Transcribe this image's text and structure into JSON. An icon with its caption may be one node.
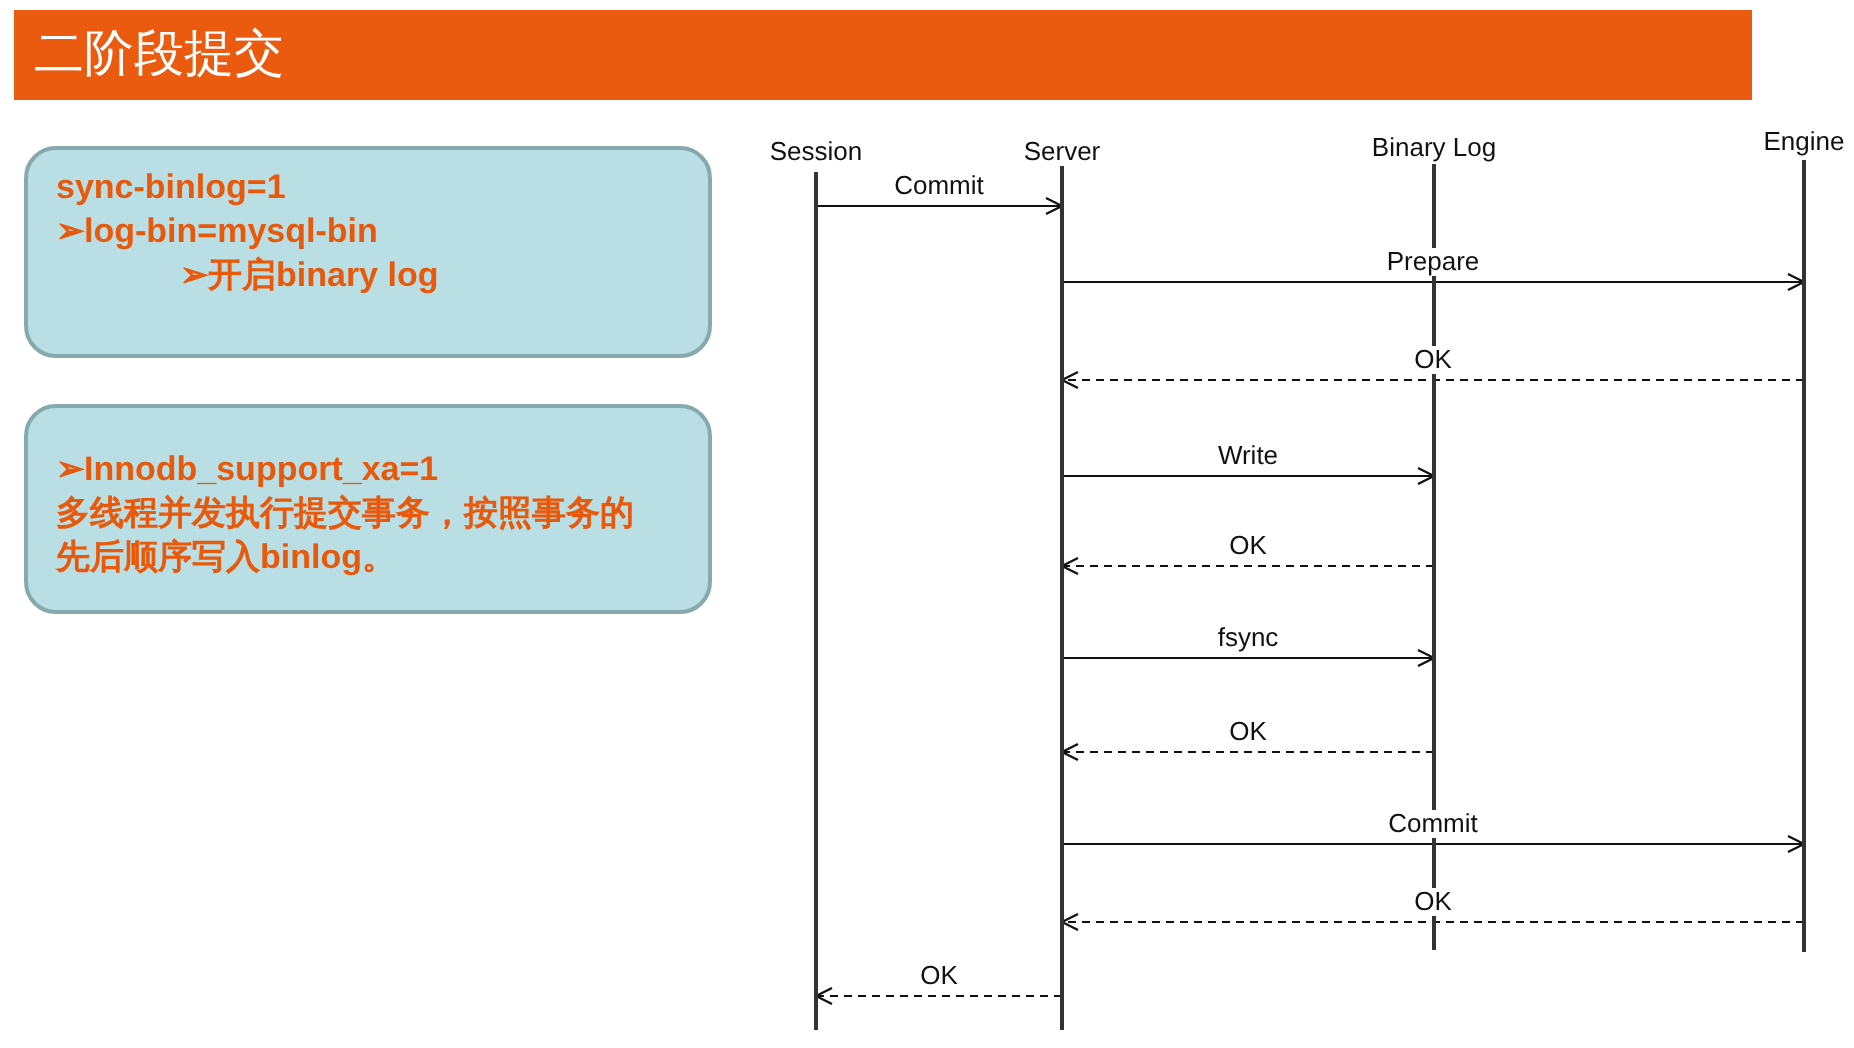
{
  "diagram": {
    "title": "二阶段提交",
    "nodes": [
      {
        "text": [
          "sync-binlog=1",
          "➢log-bin=mysql-bin",
          "➢开启binary log"
        ]
      },
      {
        "text": [
          "➢Innodb_support_xa=1",
          "多线程并发执行提交事务，按照事务的先后顺序写入binlog。"
        ]
      },
      {
        "text": [
          "Session"
        ]
      },
      {
        "text": [
          "Server"
        ]
      },
      {
        "text": [
          "Binary Log"
        ]
      },
      {
        "text": [
          "Engine"
        ]
      }
    ],
    "edges": [
      {
        "from": 2,
        "to": 3,
        "arrow": "to",
        "label": "Commit"
      },
      {
        "from": 3,
        "to": 5,
        "arrow": "to",
        "label": "Prepare"
      },
      {
        "from": 5,
        "to": 3,
        "arrow": "to",
        "label": "OK",
        "style": "dashed"
      },
      {
        "from": 3,
        "to": 4,
        "arrow": "to",
        "label": "Write"
      },
      {
        "from": 4,
        "to": 3,
        "arrow": "to",
        "label": "OK",
        "style": "dashed"
      },
      {
        "from": 3,
        "to": 4,
        "arrow": "to",
        "label": "fsync"
      },
      {
        "from": 4,
        "to": 3,
        "arrow": "to",
        "label": "OK",
        "style": "dashed"
      },
      {
        "from": 3,
        "to": 5,
        "arrow": "to",
        "label": "Commit"
      },
      {
        "from": 5,
        "to": 3,
        "arrow": "to",
        "label": "OK",
        "style": "dashed"
      },
      {
        "from": 3,
        "to": 2,
        "arrow": "to",
        "label": "OK",
        "style": "dashed"
      }
    ]
  }
}
